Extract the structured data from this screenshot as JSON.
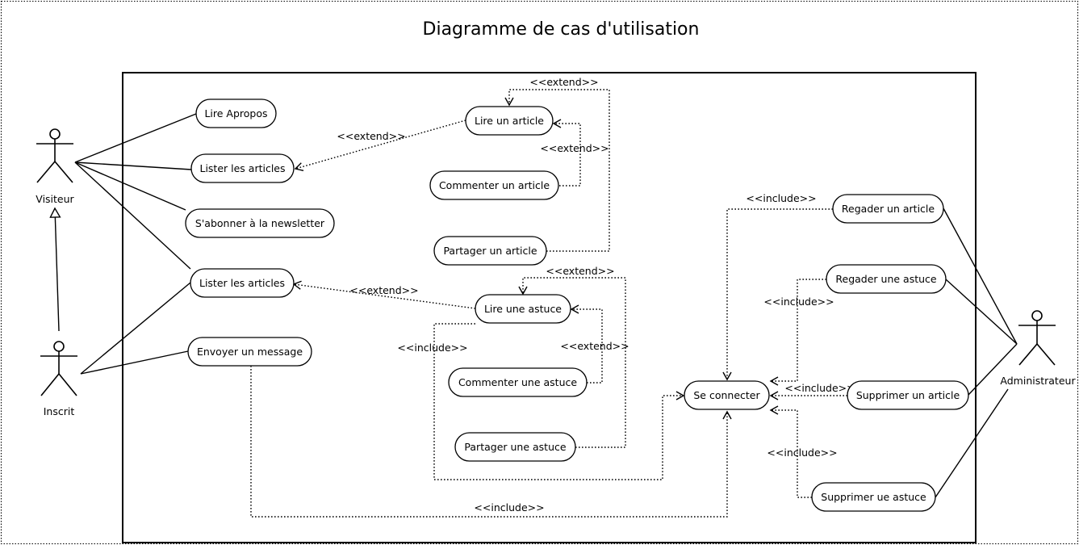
{
  "title": "Diagramme de cas d'utilisation",
  "actors": {
    "visiteur": "Visiteur",
    "inscrit": "Inscrit",
    "administrateur": "Administrateur"
  },
  "use_cases": {
    "lire_apropos": "Lire Apropos",
    "lister_articles_1": "Lister les articles",
    "abonner_newsletter": "S'abonner à la newsletter",
    "lister_articles_2": "Lister les articles",
    "envoyer_message": "Envoyer un message",
    "lire_article": "Lire un article",
    "commenter_article": "Commenter un article",
    "partager_article": "Partager un article",
    "lire_astuce": "Lire une astuce",
    "commenter_astuce": "Commenter une astuce",
    "partager_astuce": "Partager une astuce",
    "se_connecter": "Se connecter",
    "regarder_article": "Regader un article",
    "regarder_astuce": "Regader une astuce",
    "supprimer_article": "Supprimer un article",
    "supprimer_astuce": "Supprimer ue astuce"
  },
  "relation_labels": {
    "extend": "<<extend>>",
    "include": "<<include>>"
  }
}
